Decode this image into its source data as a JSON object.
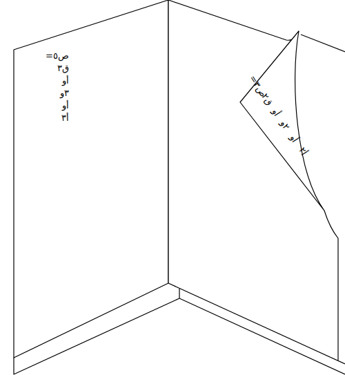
{
  "diagram": {
    "labels": [
      "ص٥=",
      "ق٣",
      "أو",
      "٣و",
      "أو",
      "أ٣",
      "ص٣=",
      "ق٢",
      "أو",
      "٢و",
      "أو",
      "أ٢"
    ]
  }
}
